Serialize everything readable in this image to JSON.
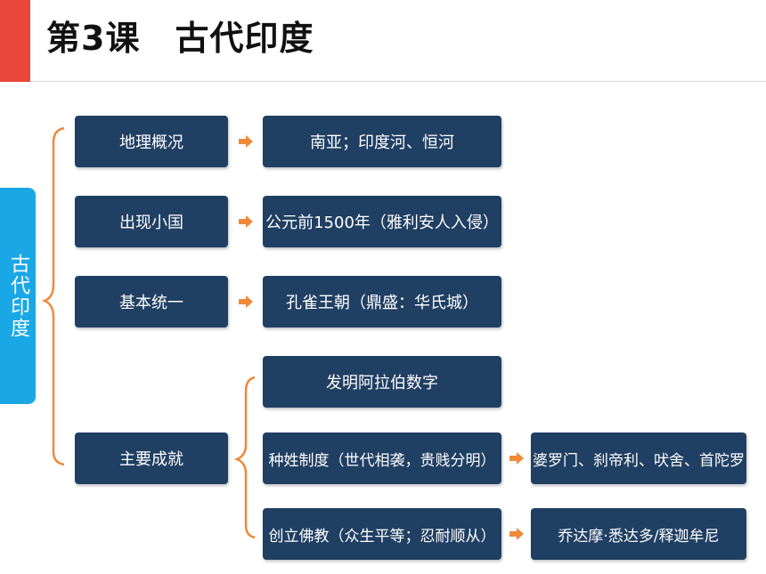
{
  "title": "第3课　古代印度",
  "root": "古代印度",
  "colors": {
    "accent": "#e8473a",
    "root": "#1aa7e6",
    "box": "#1f3f63",
    "arrow": "#f0893a",
    "brace": "#f0893a"
  },
  "rows": [
    {
      "category": "地理概况",
      "detail": "南亚；印度河、恒河"
    },
    {
      "category": "出现小国",
      "detail": "公元前1500年（雅利安人入侵）"
    },
    {
      "category": "基本统一",
      "detail": "孔雀王朝（鼎盛：华氏城）"
    }
  ],
  "achievements": {
    "category": "主要成就",
    "items": [
      {
        "text": "发明阿拉伯数字"
      },
      {
        "text": "种姓制度（世代相袭，贵贱分明）",
        "extra": "婆罗门、刹帝利、吠舍、首陀罗"
      },
      {
        "text": "创立佛教（众生平等；忍耐顺从）",
        "extra": "乔达摩·悉达多/释迦牟尼"
      }
    ]
  }
}
